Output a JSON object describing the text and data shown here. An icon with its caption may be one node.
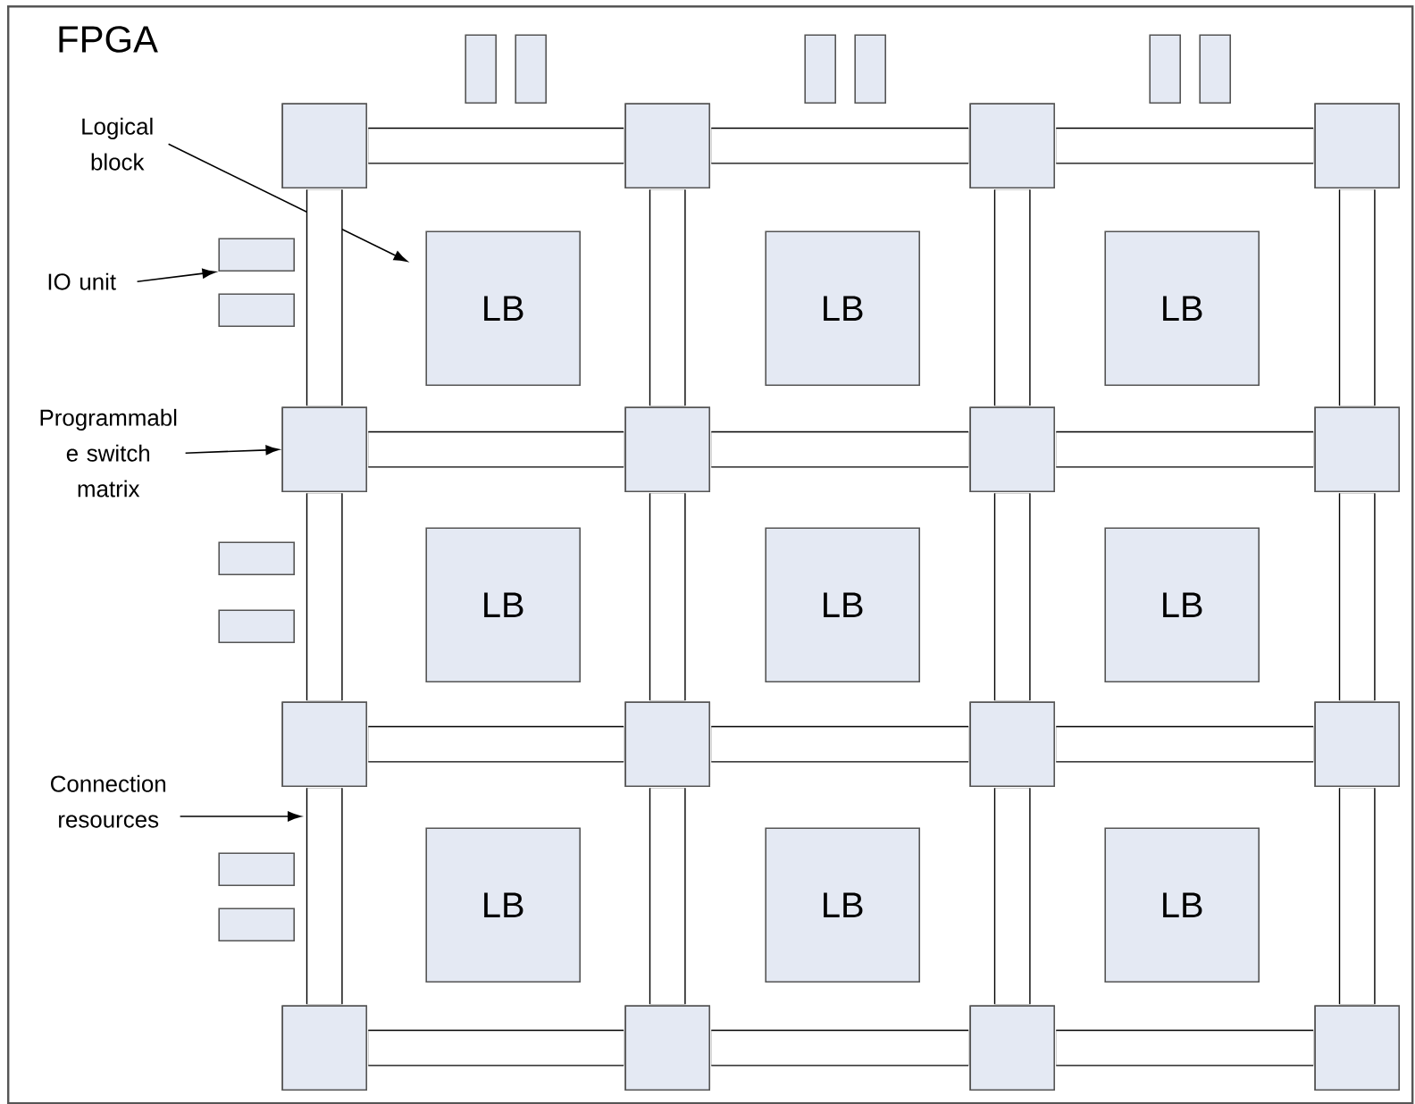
{
  "diagram": {
    "nodes": [
      {
        "text": [
          "FPGA"
        ]
      },
      {
        "text": [],
        "shape": "box",
        "in": 0
      },
      {
        "text": [],
        "shape": "box",
        "in": 0
      },
      {
        "text": [],
        "shape": "box",
        "in": 0
      },
      {
        "text": [],
        "shape": "box",
        "in": 0
      },
      {
        "text": [],
        "shape": "box",
        "in": 0
      },
      {
        "text": [],
        "shape": "box",
        "in": 0
      },
      {
        "text": [
          "Logical block"
        ],
        "in": 0
      },
      {
        "text": [],
        "shape": "box",
        "in": 0
      },
      {
        "text": [],
        "shape": "box",
        "in": 0
      },
      {
        "text": [],
        "shape": "box",
        "in": 0
      },
      {
        "text": [],
        "shape": "box",
        "in": 0
      },
      {
        "text": [
          "IO unit"
        ],
        "in": 0
      },
      {
        "text": [],
        "shape": "box",
        "in": 0
      },
      {
        "text": [],
        "shape": "box",
        "in": 0
      },
      {
        "text": [
          "LB"
        ],
        "in": 0
      },
      {
        "text": [
          "LB"
        ],
        "in": 0
      },
      {
        "text": [
          "LB"
        ],
        "in": 0
      },
      {
        "text": [
          "Programmabl e switch matrix"
        ],
        "in": 0
      },
      {
        "text": [],
        "shape": "box",
        "in": 0
      },
      {
        "text": [],
        "shape": "box",
        "in": 0
      },
      {
        "text": [],
        "shape": "box",
        "in": 0
      },
      {
        "text": [],
        "shape": "box",
        "in": 0
      },
      {
        "text": [],
        "shape": "box",
        "in": 0
      },
      {
        "text": [],
        "shape": "box",
        "in": 0
      },
      {
        "text": [
          "LB"
        ],
        "in": 0
      },
      {
        "text": [
          "LB"
        ],
        "in": 0
      },
      {
        "text": [
          "LB"
        ],
        "in": 0
      },
      {
        "text": [],
        "shape": "box",
        "in": 0
      },
      {
        "text": [],
        "shape": "box",
        "in": 0
      },
      {
        "text": [],
        "shape": "box",
        "in": 0
      },
      {
        "text": [],
        "shape": "box",
        "in": 0
      },
      {
        "text": [
          "Connection resources"
        ],
        "in": 0
      },
      {
        "text": [],
        "shape": "box",
        "in": 0
      },
      {
        "text": [],
        "shape": "box",
        "in": 0
      },
      {
        "text": [
          "LB"
        ],
        "in": 0
      },
      {
        "text": [
          "LB"
        ],
        "in": 0
      },
      {
        "text": [
          "LB"
        ],
        "in": 0
      },
      {
        "text": [],
        "shape": "box",
        "in": 0
      },
      {
        "text": [],
        "shape": "box",
        "in": 0
      },
      {
        "text": [],
        "shape": "box",
        "in": 0
      },
      {
        "text": [],
        "shape": "box",
        "in": 0
      }
    ],
    "edges": [
      {
        "from": 7,
        "to": 15,
        "arrow": "to"
      },
      {
        "from": 12,
        "to": 13,
        "arrow": "to"
      },
      {
        "from": 18,
        "to": 19,
        "arrow": "to"
      },
      {
        "from": 32,
        "to": null,
        "arrow": "to"
      },
      {
        "from": 8,
        "to": 9,
        "arrow": "none"
      },
      {
        "from": 9,
        "to": 10,
        "arrow": "none"
      },
      {
        "from": 10,
        "to": 11,
        "arrow": "none"
      },
      {
        "from": 19,
        "to": 20,
        "arrow": "none"
      },
      {
        "from": 20,
        "to": 21,
        "arrow": "none"
      },
      {
        "from": 21,
        "to": 22,
        "arrow": "none"
      },
      {
        "from": 28,
        "to": 29,
        "arrow": "none"
      },
      {
        "from": 29,
        "to": 30,
        "arrow": "none"
      },
      {
        "from": 30,
        "to": 31,
        "arrow": "none"
      },
      {
        "from": 38,
        "to": 39,
        "arrow": "none"
      },
      {
        "from": 39,
        "to": 40,
        "arrow": "none"
      },
      {
        "from": 40,
        "to": 41,
        "arrow": "none"
      },
      {
        "from": 8,
        "to": 19,
        "arrow": "none"
      },
      {
        "from": 19,
        "to": 28,
        "arrow": "none"
      },
      {
        "from": 28,
        "to": 38,
        "arrow": "none"
      },
      {
        "from": 9,
        "to": 20,
        "arrow": "none"
      },
      {
        "from": 20,
        "to": 29,
        "arrow": "none"
      },
      {
        "from": 29,
        "to": 39,
        "arrow": "none"
      },
      {
        "from": 10,
        "to": 21,
        "arrow": "none"
      },
      {
        "from": 21,
        "to": 30,
        "arrow": "none"
      },
      {
        "from": 30,
        "to": 40,
        "arrow": "none"
      },
      {
        "from": 11,
        "to": 22,
        "arrow": "none"
      },
      {
        "from": 22,
        "to": 31,
        "arrow": "none"
      },
      {
        "from": 31,
        "to": 41,
        "arrow": "none"
      }
    ]
  }
}
